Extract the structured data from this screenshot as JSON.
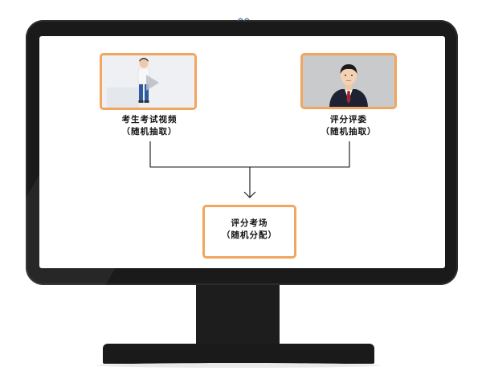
{
  "diagram": {
    "nodes": {
      "video": {
        "title": "考生考试视频",
        "subtitle": "（随机抽取）",
        "image": "student-video-thumbnail"
      },
      "judge": {
        "title": "评分评委",
        "subtitle": "（随机抽取）",
        "image": "judge-portrait"
      },
      "venue": {
        "title": "评分考场",
        "subtitle": "（随机分配）"
      }
    },
    "edges": [
      {
        "from": "video",
        "to": "venue"
      },
      {
        "from": "judge",
        "to": "venue"
      }
    ]
  },
  "colors": {
    "accent_border": "#f0a65e",
    "monitor": "#1a1a1a",
    "connector": "#111111",
    "text": "#111111"
  },
  "icons": {
    "play": "play-icon",
    "arrow": "arrow-down-icon"
  }
}
